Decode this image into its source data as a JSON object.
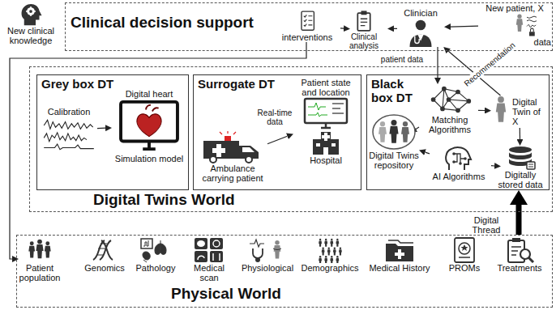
{
  "diagram": {
    "nodes": [
      {
        "text": [
          "New clinical knowledge"
        ]
      },
      {
        "text": [
          "Clinical decision support"
        ]
      },
      {
        "text": [
          "interventions"
        ],
        "in": 1
      },
      {
        "text": [
          "Clinical analysis"
        ],
        "in": 1
      },
      {
        "text": [
          "Clinician"
        ],
        "in": 1
      },
      {
        "text": [
          "New patient, X",
          "data"
        ],
        "in": 1
      },
      {
        "text": [
          "Digital Twins World"
        ]
      },
      {
        "text": [
          "Grey box DT"
        ],
        "in": 6
      },
      {
        "text": [
          "Calibration"
        ],
        "in": 7
      },
      {
        "text": [
          "Digital heart",
          "Simulation model"
        ],
        "in": 7
      },
      {
        "text": [
          "Surrogate DT"
        ],
        "in": 6
      },
      {
        "text": [
          "Ambulance carrying patient"
        ],
        "in": 10
      },
      {
        "text": [
          "Patient state and location",
          "Hospital"
        ],
        "in": 10
      },
      {
        "text": [
          "Black box DT"
        ],
        "in": 6
      },
      {
        "text": [
          "Matching Algorithms"
        ],
        "in": 13
      },
      {
        "text": [
          "Digital Twin of X"
        ],
        "in": 13
      },
      {
        "text": [
          "Digitally stored data"
        ],
        "in": 13
      },
      {
        "text": [
          "AI Algorithms"
        ],
        "in": 13
      },
      {
        "text": [
          "Digital Twins repository"
        ],
        "in": 13
      },
      {
        "text": [
          "Physical World"
        ]
      },
      {
        "text": [
          "Patient population"
        ],
        "in": 19
      },
      {
        "text": [
          "Genomics"
        ],
        "in": 19
      },
      {
        "text": [
          "Pathology"
        ],
        "in": 19
      },
      {
        "text": [
          "Medical scan"
        ],
        "in": 19
      },
      {
        "text": [
          "Physiological"
        ],
        "in": 19
      },
      {
        "text": [
          "Demographics"
        ],
        "in": 19
      },
      {
        "text": [
          "Medical History"
        ],
        "in": 19
      },
      {
        "text": [
          "PROMs"
        ],
        "in": 19
      },
      {
        "text": [
          "Treatments"
        ],
        "in": 19
      }
    ],
    "edges": [
      {
        "from": 5,
        "to": 4,
        "arrow": "to"
      },
      {
        "from": 4,
        "to": 3,
        "arrow": "to"
      },
      {
        "from": 3,
        "to": 2,
        "arrow": "to"
      },
      {
        "from": 2,
        "to": 20,
        "arrow": "to"
      },
      {
        "from": 4,
        "to": 14,
        "label": "patient data",
        "arrow": "to"
      },
      {
        "from": 15,
        "to": 4,
        "label": "Recommendation",
        "arrow": "to"
      },
      {
        "from": 8,
        "to": 9,
        "arrow": "to"
      },
      {
        "from": 11,
        "to": 12,
        "label": "Real-time data",
        "arrow": "to"
      },
      {
        "from": 18,
        "to": 14,
        "arrow": "to"
      },
      {
        "from": 14,
        "to": 15,
        "arrow": "to"
      },
      {
        "from": 15,
        "to": 16,
        "arrow": "to"
      },
      {
        "from": 16,
        "to": 17,
        "arrow": "to"
      },
      {
        "from": 17,
        "to": 18,
        "arrow": "to"
      },
      {
        "from": 19,
        "to": 13,
        "label": "Digital Thread",
        "arrow": "to"
      }
    ]
  }
}
